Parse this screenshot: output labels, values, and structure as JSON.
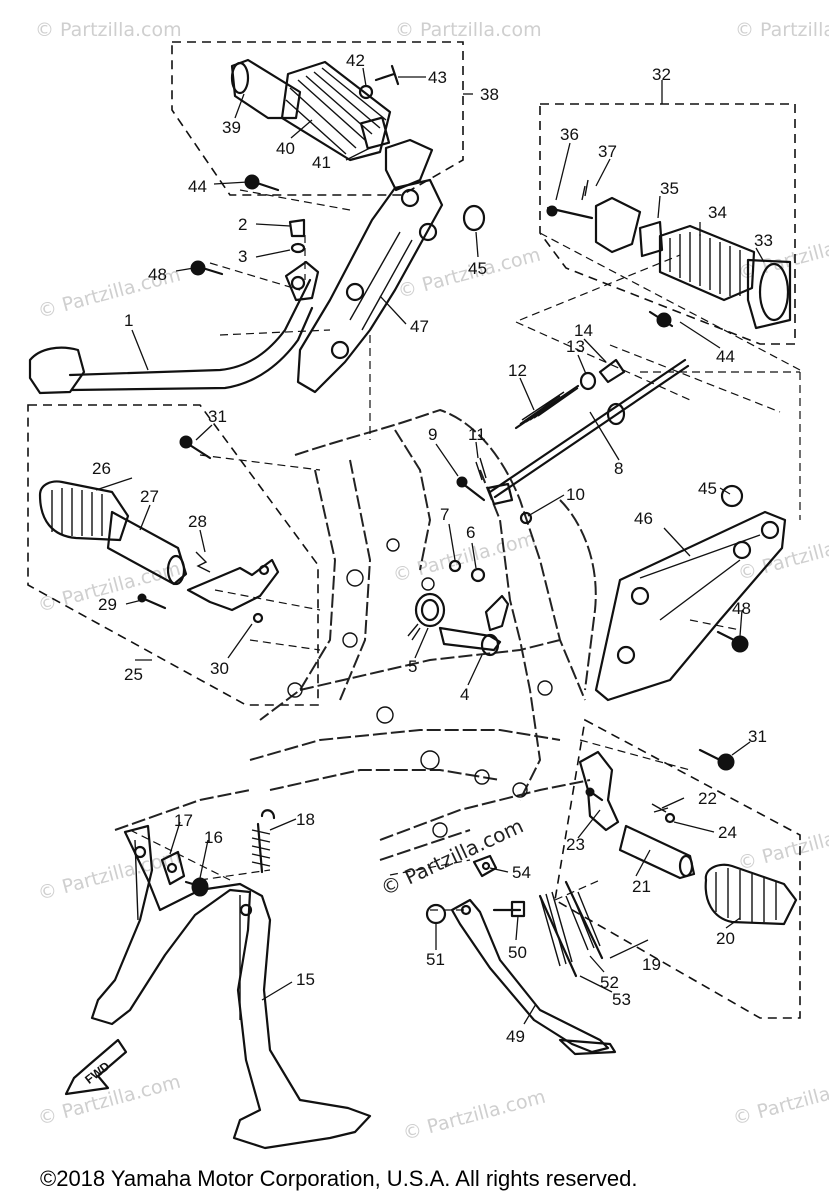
{
  "watermarks": {
    "site": "© Partzilla.com",
    "center": "© Partzilla.com"
  },
  "copyright": "©2018 Yamaha Motor Corporation, U.S.A. All rights reserved.",
  "fwd_label": "FWD",
  "callouts": [
    "1",
    "2",
    "3",
    "4",
    "5",
    "6",
    "7",
    "8",
    "9",
    "10",
    "11",
    "12",
    "13",
    "14",
    "15",
    "16",
    "17",
    "18",
    "19",
    "20",
    "21",
    "22",
    "23",
    "24",
    "25",
    "26",
    "27",
    "28",
    "29",
    "30",
    "31",
    "31",
    "32",
    "33",
    "34",
    "35",
    "36",
    "37",
    "38",
    "39",
    "40",
    "41",
    "42",
    "43",
    "44",
    "44",
    "45",
    "45",
    "46",
    "47",
    "48",
    "48",
    "49",
    "50",
    "51",
    "52",
    "53",
    "54"
  ]
}
